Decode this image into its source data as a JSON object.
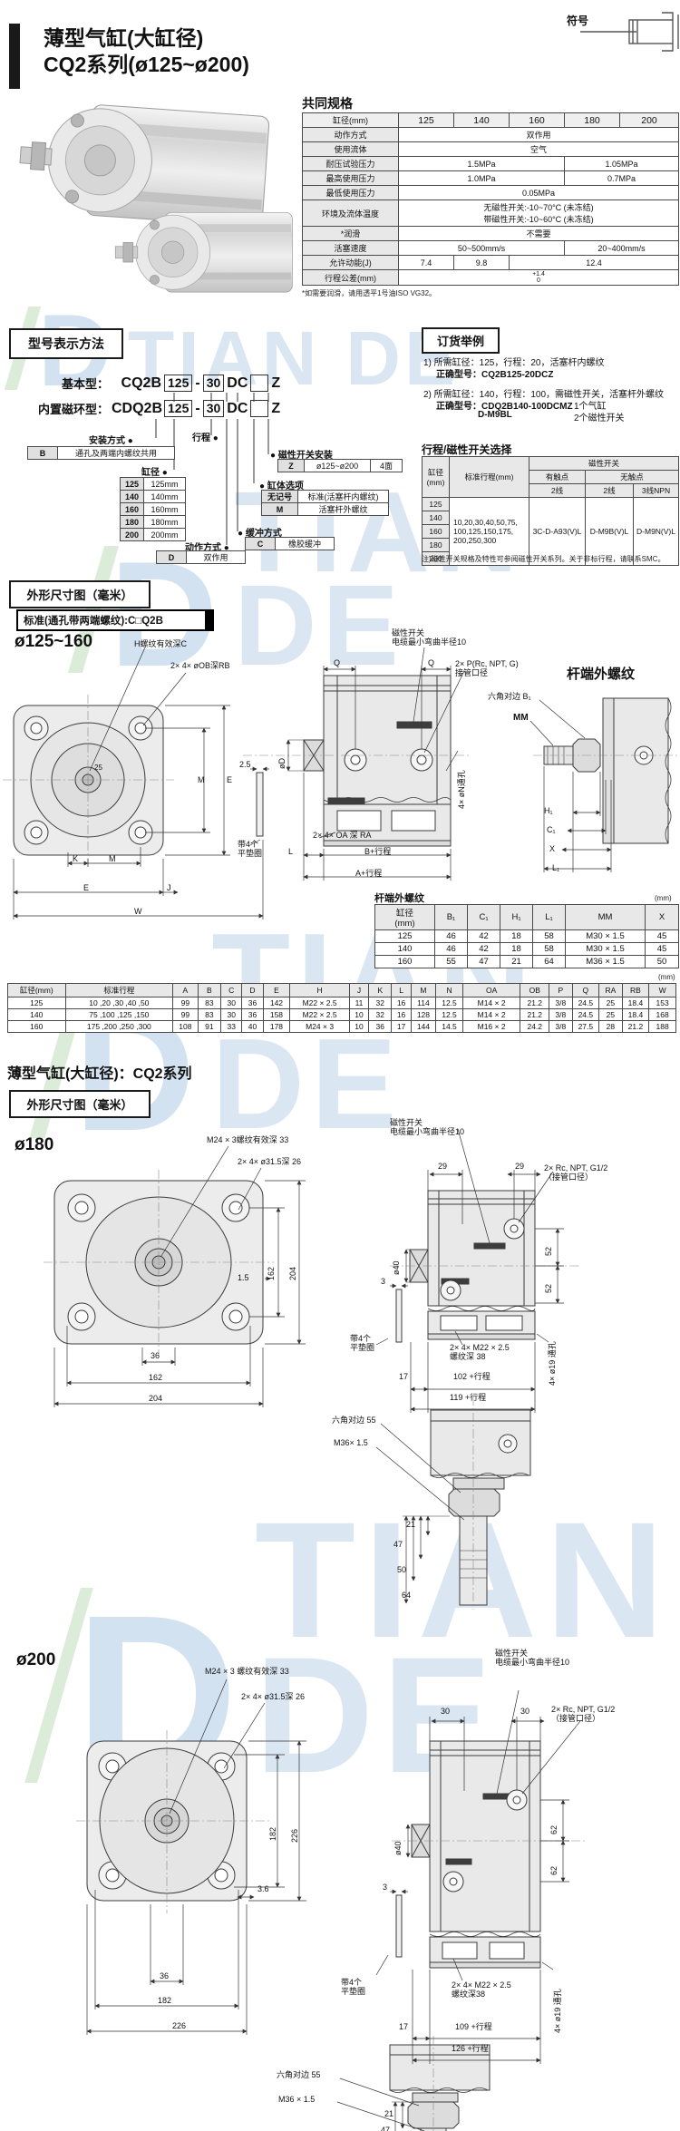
{
  "page": {
    "title1": "薄型气缸(大缸径)",
    "title2": "CQ2系列(ø125~ø200)",
    "symbol": "符号",
    "section2_title": "薄型气缸(大缸径)：CQ2系列",
    "dims_box": "外形尺寸图（毫米）"
  },
  "wm": {
    "d": "D",
    "text": "TIAN DE"
  },
  "specs": {
    "title": "共同规格",
    "h_bore": "缸径(mm)",
    "bores": [
      "125",
      "140",
      "160",
      "180",
      "200"
    ],
    "action_l": "动作方式",
    "action_v": "双作用",
    "fluid_l": "使用流体",
    "fluid_v": "空气",
    "proof_l": "耐压试验压力",
    "proof_v1": "1.5MPa",
    "proof_v2": "1.05MPa",
    "maxp_l": "最高使用压力",
    "maxp_v1": "1.0MPa",
    "maxp_v2": "0.7MPa",
    "minp_l": "最低使用压力",
    "minp_v": "0.05MPa",
    "temp_l": "环境及流体温度",
    "temp_v": "无磁性开关:-10~70°C (未冻结)\n带磁性开关:-10~60°C (未冻结)",
    "lub_l": "*润滑",
    "lub_v": "不需要",
    "speed_l": "活塞速度",
    "speed_v1": "50~500mm/s",
    "speed_v2": "20~400mm/s",
    "energy_l": "允许动能(J)",
    "energy_v1": "7.4",
    "energy_v2": "9.8",
    "energy_v3": "12.4",
    "tol_l": "行程公差(mm)",
    "tol_sup": "+1.4",
    "tol_sub": "0",
    "footnote": "*如需要润滑，请用透平1号油ISO VG32。"
  },
  "model": {
    "box": "型号表示方法",
    "basic_label": "基本型：",
    "basic_prefix": "CQ2B",
    "mag_label": "内置磁环型：",
    "mag_prefix": "CDQ2B",
    "bore_box": "125",
    "dash": "-",
    "stroke_box": "30",
    "dc": "DC",
    "z": "Z",
    "mount_label": "安装方式 ●",
    "mount_code": "B",
    "mount_desc": "通孔及两端内螺纹共用",
    "stroke_label": "行程 ●",
    "bore_label": "缸径 ●",
    "bore_rows": [
      [
        "125",
        "125mm"
      ],
      [
        "140",
        "140mm"
      ],
      [
        "160",
        "160mm"
      ],
      [
        "180",
        "180mm"
      ],
      [
        "200",
        "200mm"
      ]
    ],
    "action_label": "动作方式 ●",
    "action_code": "D",
    "action_desc": "双作用",
    "cushion_label": "● 缓冲方式",
    "cushion_code": "C",
    "cushion_desc": "橡胶缓冲",
    "body_label": "● 缸体选项",
    "body_rows": [
      [
        "无记号",
        "标准(活塞杆内螺纹)"
      ],
      [
        "M",
        "活塞杆外螺纹"
      ]
    ],
    "switch_label": "● 磁性开关安装",
    "switch_code": "Z",
    "switch_range": "ø125~ø200",
    "switch_faces": "4面"
  },
  "order": {
    "box": "订货举例",
    "l1": "1) 所需缸径：125，行程：20，活塞杆内螺纹",
    "l2": "正确型号：CQ2B125-20DCZ",
    "l3": "2) 所需缸径：140，行程：100，需磁性开关，活塞杆外螺纹",
    "l4": "正确型号：CDQ2B140-100DCMZ",
    "l4b": "1个气缸",
    "l5": "D-M9BL",
    "l5b": "2个磁性开关"
  },
  "sw": {
    "title": "行程/磁性开关选择",
    "h_bore": "缸径\n(mm)",
    "h_stroke": "标准行程(mm)",
    "h_switch": "磁性开关",
    "h_contact": "有触点",
    "h_solid": "无触点",
    "h_w2a": "2线",
    "h_w2b": "2线",
    "h_w3": "3线NPN",
    "bores": [
      "125",
      "140",
      "160",
      "180",
      "200"
    ],
    "stroke": "10,20,30,40,50,75,\n100,125,150,175,\n200,250,300",
    "m_contact": "3C-D-A93(V)L",
    "m_2w": "D-M9B(V)L",
    "m_3w": "D-M9N(V)L",
    "note": "注)磁性开关规格及特性可参阅磁性开关系列。关于非标行程，请联系SMC。"
  },
  "dims1": {
    "tag": "标准(通孔带两端螺纹):C□Q2B",
    "range": "ø125~160",
    "thread": "H螺纹有效深C",
    "cbore": "2× 4× øOB深RB",
    "c25": "25",
    "mv": "M",
    "ev": "E",
    "k": "K",
    "mh": "M",
    "eh": "E",
    "j": "J",
    "w": "W",
    "switch": "磁性开关\n电缆最小弯曲半径10",
    "q1": "Q",
    "q2": "Q",
    "port": "2× P(Rc, NPT, G)\n接管口径",
    "dd": "øD",
    "t25": "2.5",
    "nholes": "4× øN通孔",
    "oa": "2× 4× OA 深 RA",
    "washer": "带4个\n平垫圈",
    "l": "L",
    "bs": "B+行程",
    "as": "A+行程",
    "rod_title": "杆端外螺纹",
    "hex": "六角对边 B₁",
    "mm": "MM",
    "h1": "H₁",
    "c1": "C₁",
    "x": "X",
    "l1": "L₁"
  },
  "rod_table": {
    "title": "杆端外螺纹",
    "unit": "(mm)",
    "headers": [
      "缸径\n(mm)",
      "B₁",
      "C₁",
      "H₁",
      "L₁",
      "MM",
      "X"
    ],
    "rows": [
      [
        "125",
        "46",
        "42",
        "18",
        "58",
        "M30 × 1.5",
        "45"
      ],
      [
        "140",
        "46",
        "42",
        "18",
        "58",
        "M30 × 1.5",
        "45"
      ],
      [
        "160",
        "55",
        "47",
        "21",
        "64",
        "M36 × 1.5",
        "50"
      ]
    ]
  },
  "main_table": {
    "unit": "(mm)",
    "headers": [
      "缸径(mm)",
      "标准行程",
      "A",
      "B",
      "C",
      "D",
      "E",
      "H",
      "J",
      "K",
      "L",
      "M",
      "N",
      "OA",
      "OB",
      "P",
      "Q",
      "RA",
      "RB",
      "W"
    ],
    "rows": [
      [
        "125",
        "10 ,20 ,30 ,40 ,50",
        "99",
        "83",
        "30",
        "36",
        "142",
        "M22 × 2.5",
        "11",
        "32",
        "16",
        "114",
        "12.5",
        "M14 × 2",
        "21.2",
        "3/8",
        "24.5",
        "25",
        "18.4",
        "153"
      ],
      [
        "140",
        "75 ,100 ,125 ,150",
        "99",
        "83",
        "30",
        "36",
        "158",
        "M22 × 2.5",
        "10",
        "32",
        "16",
        "128",
        "12.5",
        "M14 × 2",
        "21.2",
        "3/8",
        "24.5",
        "25",
        "18.4",
        "168"
      ],
      [
        "160",
        "175 ,200 ,250 ,300",
        "108",
        "91",
        "33",
        "40",
        "178",
        "M24 × 3",
        "10",
        "36",
        "17",
        "144",
        "14.5",
        "M16 × 2",
        "24.2",
        "3/8",
        "27.5",
        "28",
        "21.2",
        "188"
      ]
    ]
  },
  "d180": {
    "range": "ø180",
    "thread": "M24 × 3螺纹有效深 33",
    "cbore": "2× 4× ø31.5深 26",
    "v162": "162",
    "v204": "204",
    "p15": "1.5",
    "b36": "36",
    "b162": "162",
    "b204": "204",
    "switch": "磁性开关\n电缆最小弯曲半径10",
    "q1": "29",
    "q2": "29",
    "port": "2× Rc, NPT, G1/2\n（接管口径）",
    "s52a": "52",
    "s52b": "52",
    "dia40": "ø40",
    "w3": "3",
    "washer": "带4个\n平垫圈",
    "mthread": "2× 4× M22 × 2.5\n螺纹深 38",
    "d17": "17",
    "bs": "102 +行程",
    "as": "119 +行程",
    "nholes": "4× ø19 通孔",
    "hex": "六角对边 55",
    "mm": "M36× 1.5",
    "r21": "21",
    "r47": "47",
    "r50": "50",
    "r64": "64"
  },
  "d200": {
    "range": "ø200",
    "thread": "M24 × 3 螺纹有效深 33",
    "cbore": "2× 4× ø31.5深 26",
    "v182": "182",
    "v226": "226",
    "p36": "3.6",
    "b36": "36",
    "b182": "182",
    "b226": "226",
    "switch": "磁性开关\n电缆最小弯曲半径10",
    "q1": "30",
    "q2": "30",
    "port": "2× Rc, NPT, G1/2\n（接管口径）",
    "s62a": "62",
    "s62b": "62",
    "dia40": "ø40",
    "w3": "3",
    "washer": "带4个\n平垫圈",
    "mthread": "2× 4× M22 × 2.5\n螺纹深38",
    "d17": "17",
    "bs": "109 +行程",
    "as": "126 +行程",
    "nholes": "4× ø19 通孔",
    "hex": "六角对边 55",
    "mm": "M36 × 1.5",
    "r21": "21",
    "r47": "47"
  }
}
